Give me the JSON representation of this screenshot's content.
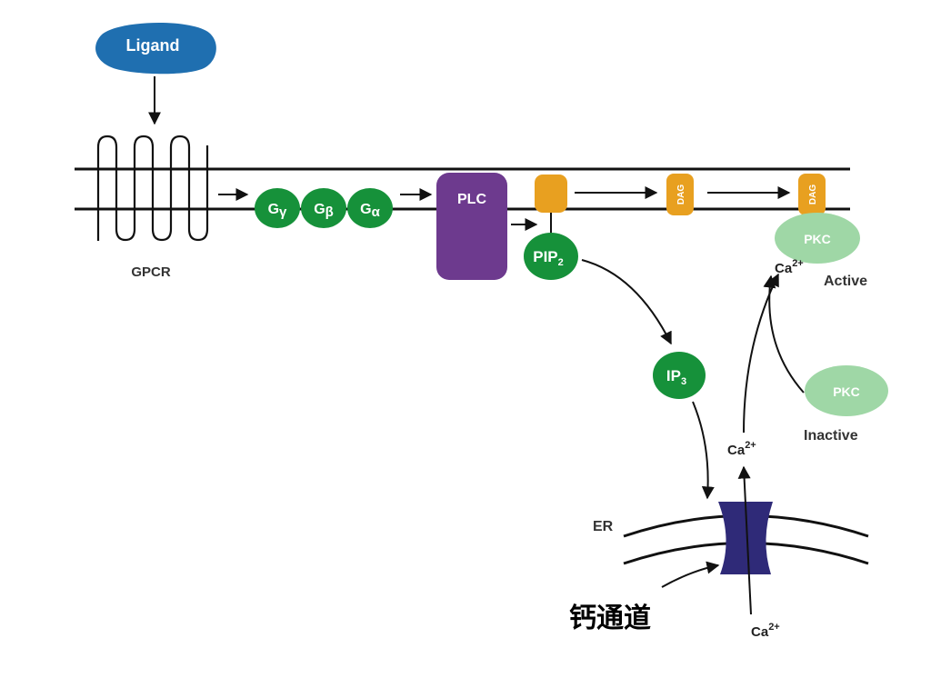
{
  "ligand": "Ligand",
  "gpcr": "GPCR",
  "g_gamma": {
    "base": "G",
    "sub": "γ"
  },
  "g_beta": {
    "base": "G",
    "sub": "β"
  },
  "g_alpha": {
    "base": "G",
    "sub": "α"
  },
  "plc": "PLC",
  "pip2": {
    "base": "PIP",
    "sub": "2"
  },
  "dag_1": "DAG",
  "dag_2": "DAG",
  "pkc_active": "PKC",
  "active_label": "Active",
  "pkc_inactive": "PKC",
  "inactive_label": "Inactive",
  "ip3": {
    "base": "IP",
    "sub": "3"
  },
  "ca_top": {
    "base": "Ca",
    "sup": "2+"
  },
  "ca_mid": {
    "base": "Ca",
    "sup": "2+"
  },
  "ca_bottom": {
    "base": "Ca",
    "sup": "2+"
  },
  "er": "ER",
  "channel_caption": "钙通道",
  "colors": {
    "ligand": "#1f6fb0",
    "green": "#16913a",
    "light_green": "#9fd7a6",
    "purple": "#6d3a8e",
    "orange": "#e8a020",
    "channel": "#2f2a78",
    "line": "#111111"
  }
}
